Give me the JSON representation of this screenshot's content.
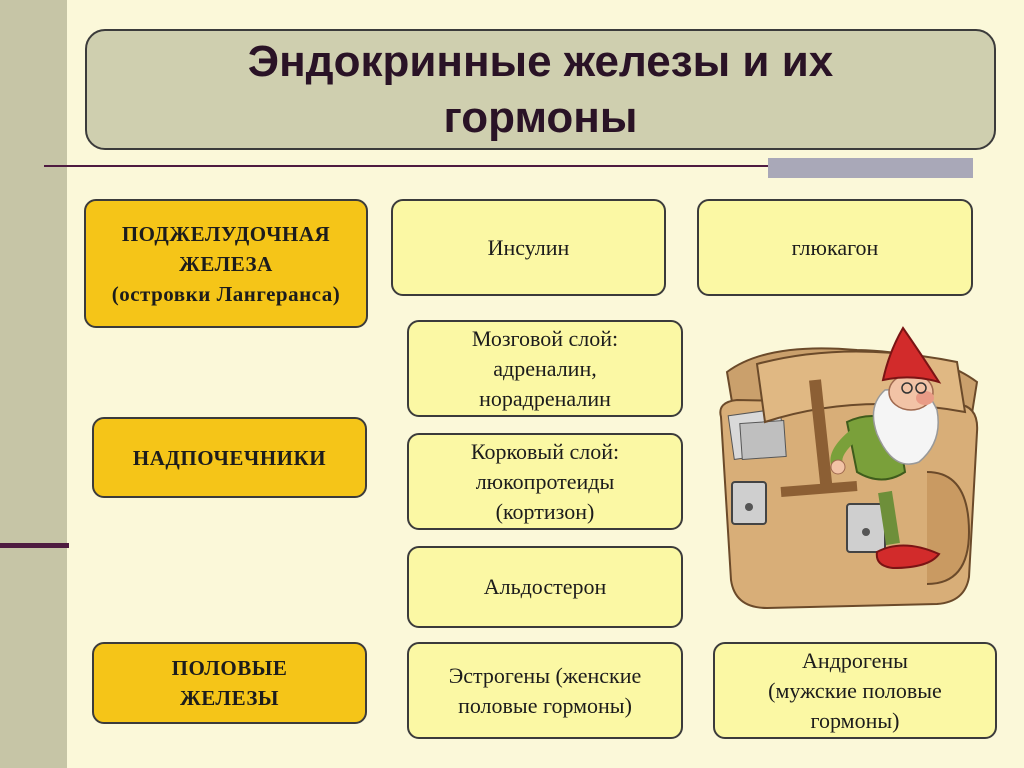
{
  "title": "Эндокринные железы и их гормоны",
  "glands": {
    "pancreas": {
      "line1": "ПОДЖЕЛУДОЧНАЯ",
      "line2": "ЖЕЛЕЗА",
      "line3": "(островки Лангеранса)"
    },
    "adrenal": "НАДПОЧЕЧНИКИ",
    "gonads": {
      "line1": "ПОЛОВЫЕ",
      "line2": "ЖЕЛЕЗЫ"
    }
  },
  "hormones": {
    "insulin": "Инсулин",
    "glucagon": "глюкагон",
    "medulla": {
      "line1": "Мозговой слой:",
      "line2": "адреналин,",
      "line3": "норадреналин"
    },
    "cortex": {
      "line1": "Корковый слой:",
      "line2": "люкопротеиды",
      "line3": "(кортизон)"
    },
    "aldosterone": "Альдостерон",
    "estrogens": {
      "line1": "Эстрогены (женские",
      "line2": "половые гормоны)"
    },
    "androgens": {
      "line1": "Андрогены",
      "line2": "(мужские половые",
      "line3": "гормоны)"
    }
  },
  "illustration": "gnome-with-satchel",
  "colors": {
    "background": "#fbf8d9",
    "gland_fill": "#f5c518",
    "hormone_fill": "#fbf8a4",
    "title_fill": "#cfcfaf",
    "accent": "#4e1b40"
  }
}
